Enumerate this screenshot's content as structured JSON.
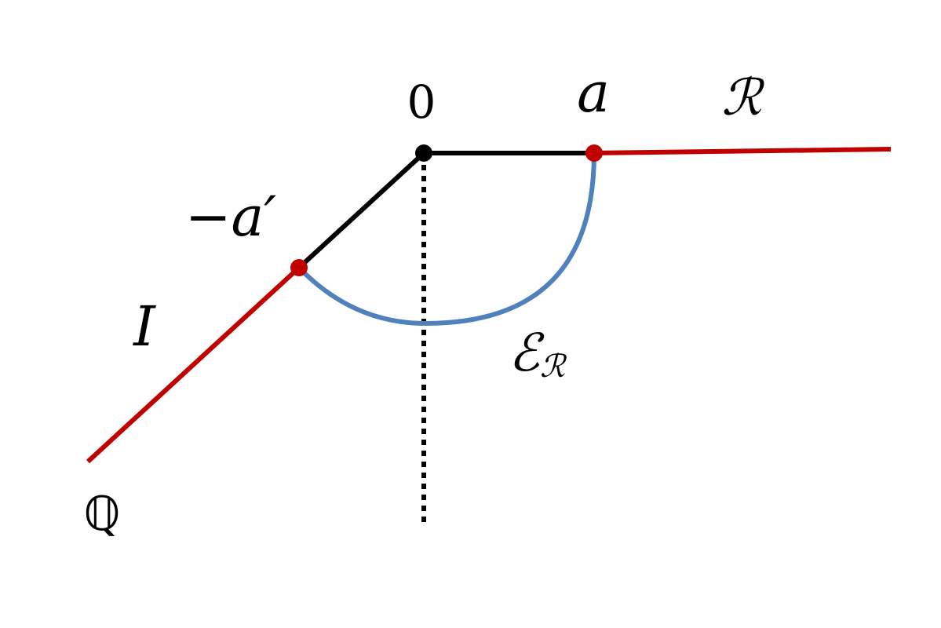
{
  "labels": {
    "origin": "0",
    "a": "a",
    "neg_a_prime": "−a′",
    "R": "ℛ",
    "I": "I",
    "E_main": "ℰ",
    "E_sub": "ℛ",
    "Q": "ℚ"
  },
  "colors": {
    "red_branch": "#c00000",
    "black_segment": "#000000",
    "blue_arc": "#4f81bd",
    "dotted_axis": "#000000",
    "origin_point": "#000000",
    "endpoint": "#c00000"
  }
}
